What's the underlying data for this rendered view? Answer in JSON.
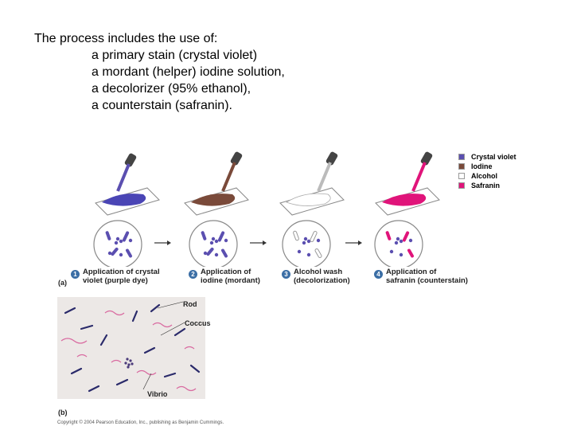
{
  "intro": {
    "heading": "The process includes the use of:",
    "items": [
      "a primary stain (crystal violet)",
      "a mordant (helper) iodine solution,",
      "a decolorizer (95% ethanol),",
      "a counterstain (safranin)."
    ]
  },
  "legend": [
    {
      "label": "Crystal violet",
      "color": "#5b4fb0"
    },
    {
      "label": "Iodine",
      "color": "#7a4a3a"
    },
    {
      "label": "Alcohol",
      "color": "#ffffff"
    },
    {
      "label": "Safranin",
      "color": "#e0147a"
    }
  ],
  "steps": [
    {
      "number": "1",
      "line1": "Application of crystal",
      "line2": "violet (purple dye)"
    },
    {
      "number": "2",
      "line1": "Application of",
      "line2": "iodine (mordant)"
    },
    {
      "number": "3",
      "line1": "Alcohol wash",
      "line2": "(decolorization)"
    },
    {
      "number": "4",
      "line1": "Application of",
      "line2": "safranin (counterstain)"
    }
  ],
  "panel_a": "(a)",
  "panel_b": "(b)",
  "micro_labels": {
    "rod": "Rod",
    "coccus": "Coccus",
    "vibrio": "Vibrio"
  },
  "copyright": "Copyright © 2004 Pearson Education, Inc., publishing as Benjamin Cummings."
}
